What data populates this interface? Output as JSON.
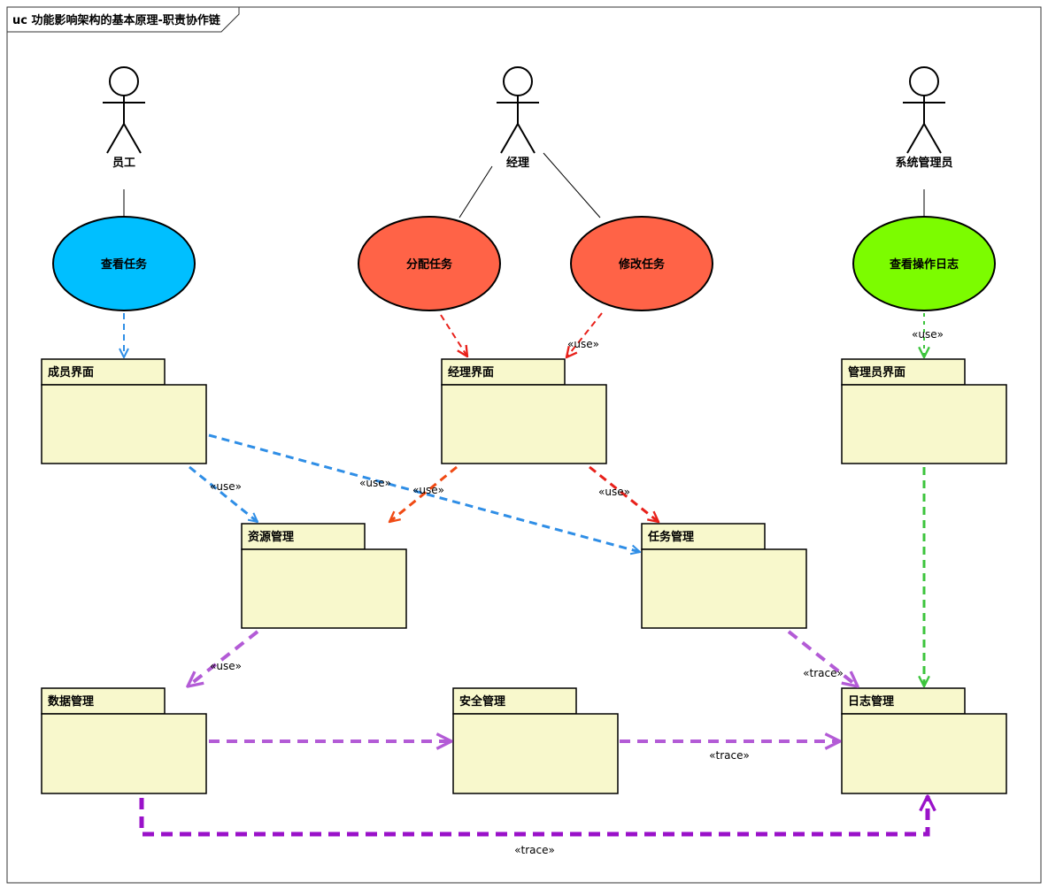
{
  "frame": {
    "title": "uc 功能影响架构的基本原理-职责协作链"
  },
  "colors": {
    "package_fill": "#f8f8cc",
    "uc_employee": "#00bfff",
    "uc_manager": "#ff6347",
    "uc_admin": "#7cfc00",
    "blue": "#2f8ee6",
    "red": "#e8201a",
    "orange_red": "#f04a14",
    "green": "#3cc43c",
    "purple": "#b35bd6",
    "dark_purple": "#9a12c9"
  },
  "actors": [
    {
      "id": "employee",
      "label": "员工"
    },
    {
      "id": "manager",
      "label": "经理"
    },
    {
      "id": "admin",
      "label": "系统管理员"
    }
  ],
  "use_cases": [
    {
      "id": "view_task",
      "label": "查看任务",
      "color": "#00bfff"
    },
    {
      "id": "assign_task",
      "label": "分配任务",
      "color": "#ff6347"
    },
    {
      "id": "modify_task",
      "label": "修改任务",
      "color": "#ff6347"
    },
    {
      "id": "view_log",
      "label": "查看操作日志",
      "color": "#7cfc00"
    }
  ],
  "packages": [
    {
      "id": "member_ui",
      "label": "成员界面"
    },
    {
      "id": "manager_ui",
      "label": "经理界面"
    },
    {
      "id": "admin_ui",
      "label": "管理员界面"
    },
    {
      "id": "resource_mgmt",
      "label": "资源管理"
    },
    {
      "id": "task_mgmt",
      "label": "任务管理"
    },
    {
      "id": "data_mgmt",
      "label": "数据管理"
    },
    {
      "id": "security_mgmt",
      "label": "安全管理"
    },
    {
      "id": "log_mgmt",
      "label": "日志管理"
    }
  ],
  "stereotypes": [
    {
      "id": "s_modify_mgrui",
      "label": "«use»"
    },
    {
      "id": "s_viewlog_adminui",
      "label": "«use»"
    },
    {
      "id": "s_member_resource",
      "label": "«use»"
    },
    {
      "id": "s_member_task",
      "label": "«use»"
    },
    {
      "id": "s_mgrui_resource",
      "label": "«use»"
    },
    {
      "id": "s_mgrui_task",
      "label": "«use»"
    },
    {
      "id": "s_resource_data",
      "label": "«use»"
    },
    {
      "id": "s_task_log",
      "label": "«trace»"
    },
    {
      "id": "s_security_log",
      "label": "«trace»"
    },
    {
      "id": "s_data_log",
      "label": "«trace»"
    }
  ]
}
